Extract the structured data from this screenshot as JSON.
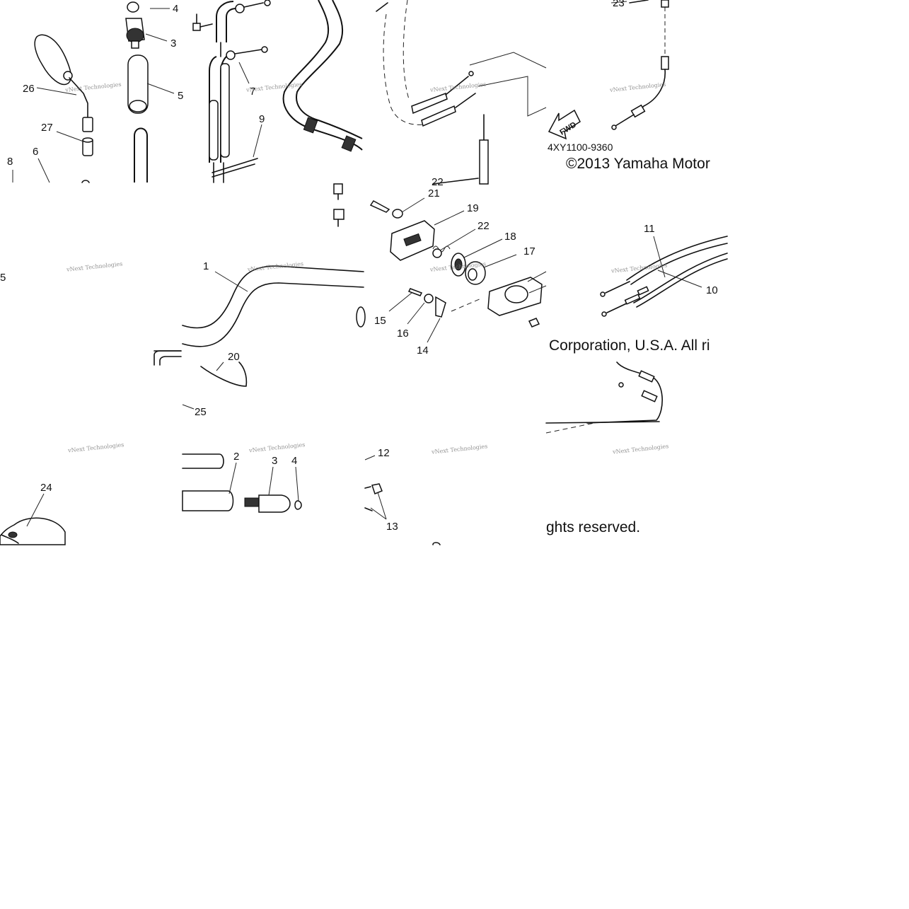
{
  "callouts": [
    "4",
    "3",
    "5",
    "26",
    "27",
    "6",
    "8",
    "7",
    "9",
    "23",
    "21",
    "19",
    "22",
    "18",
    "17",
    "15",
    "16",
    "14",
    "11",
    "10",
    "1",
    "20",
    "25",
    "2",
    "3",
    "4",
    "12",
    "13",
    "24",
    "22",
    "5"
  ],
  "part_code": "4XY1100-9360",
  "copyright": {
    "line1": "©2013 Yamaha Motor",
    "line2": "Corporation, U.S.A. All ri",
    "line3": "ghts reserved."
  },
  "fwd_label": "FWD",
  "watermark": {
    "text": "vNext Technologies"
  },
  "colors": {
    "ink": "#111111",
    "background": "#ffffff",
    "watermark": "#777777"
  }
}
